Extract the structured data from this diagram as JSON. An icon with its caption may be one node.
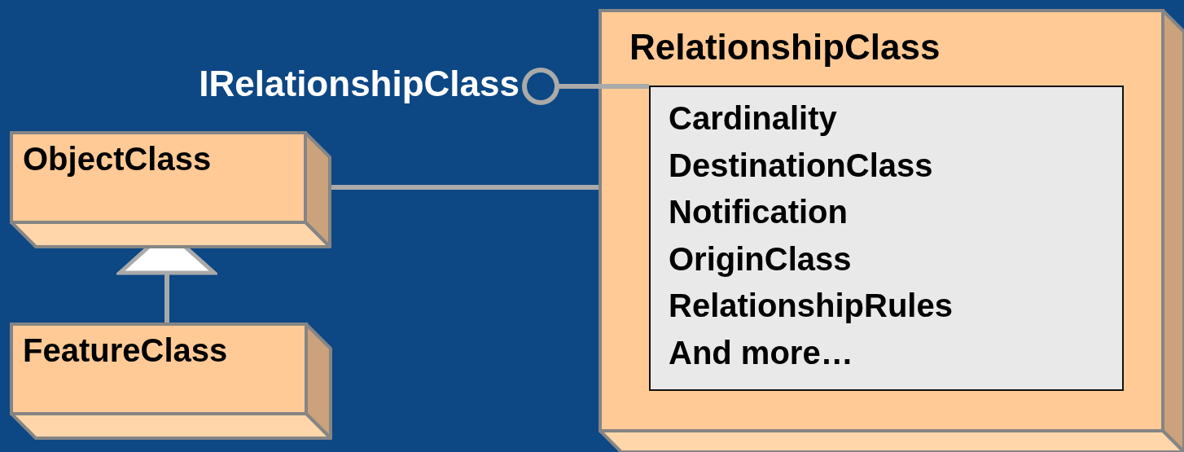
{
  "diagram": {
    "nodes": [
      {
        "text": [
          "IRelationshipClass"
        ]
      },
      {
        "text": [
          "ObjectClass"
        ]
      },
      {
        "text": [
          "FeatureClass"
        ]
      },
      {
        "text": [
          "RelationshipClass"
        ]
      },
      {
        "text": [
          "Cardinality",
          "DestinationClass",
          "Notification",
          "OriginClass",
          "RelationshipRules",
          "And more…"
        ],
        "in": 3
      }
    ],
    "edges": [
      {
        "from": 0,
        "to": 4,
        "arrow": "other"
      },
      {
        "from": 1,
        "to": 3,
        "arrow": "none"
      },
      {
        "from": 2,
        "to": 1,
        "arrow": "to"
      }
    ]
  }
}
